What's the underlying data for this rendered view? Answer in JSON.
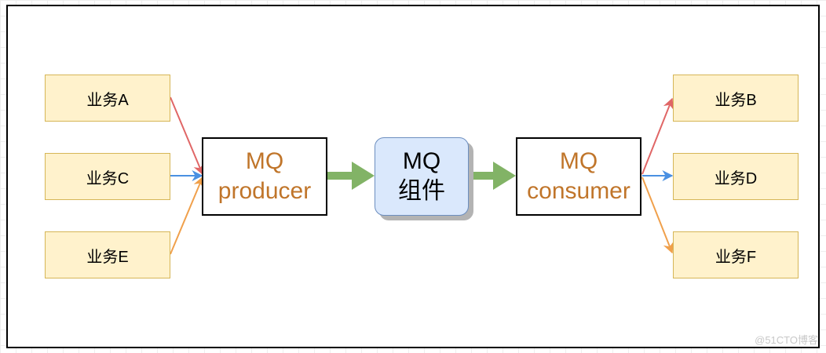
{
  "colors": {
    "arrow_a": "#e06666",
    "arrow_c": "#4a90e2",
    "arrow_e": "#f0a04b",
    "flow_arrow": "#82b366",
    "biz_fill": "#fff2cc",
    "biz_border": "#d6b656",
    "mq_fill": "#dae8fc",
    "mq_border": "#6c8ebf",
    "endpoint_text": "#c0752a"
  },
  "producers": [
    {
      "label": "业务A"
    },
    {
      "label": "业务C"
    },
    {
      "label": "业务E"
    }
  ],
  "consumers": [
    {
      "label": "业务B"
    },
    {
      "label": "业务D"
    },
    {
      "label": "业务F"
    }
  ],
  "mq_producer": {
    "line1": "MQ",
    "line2": "producer"
  },
  "mq_component": {
    "line1": "MQ",
    "line2": "组件"
  },
  "mq_consumer": {
    "line1": "MQ",
    "line2": "consumer"
  },
  "watermark": "@51CTO博客"
}
